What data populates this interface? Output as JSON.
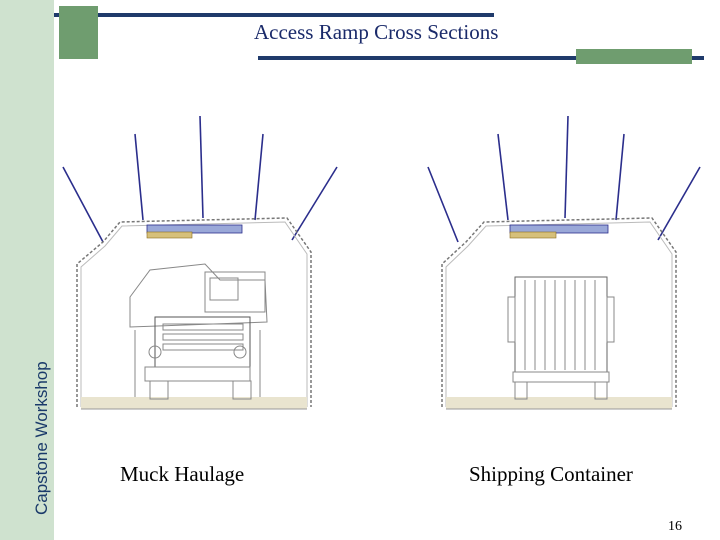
{
  "slide": {
    "title": "Access Ramp Cross Sections",
    "side_label": "Capstone Workshop",
    "page_number": "16",
    "colors": {
      "side_band": "#cfe2cf",
      "accent_green": "#6f9d6f",
      "accent_navy": "#1f3a6b",
      "bolt_line": "#2b2e8c"
    }
  },
  "sections": [
    {
      "caption": "Muck Haulage",
      "vehicle": "haul-truck"
    },
    {
      "caption": "Shipping Container",
      "vehicle": "container-truck"
    }
  ]
}
